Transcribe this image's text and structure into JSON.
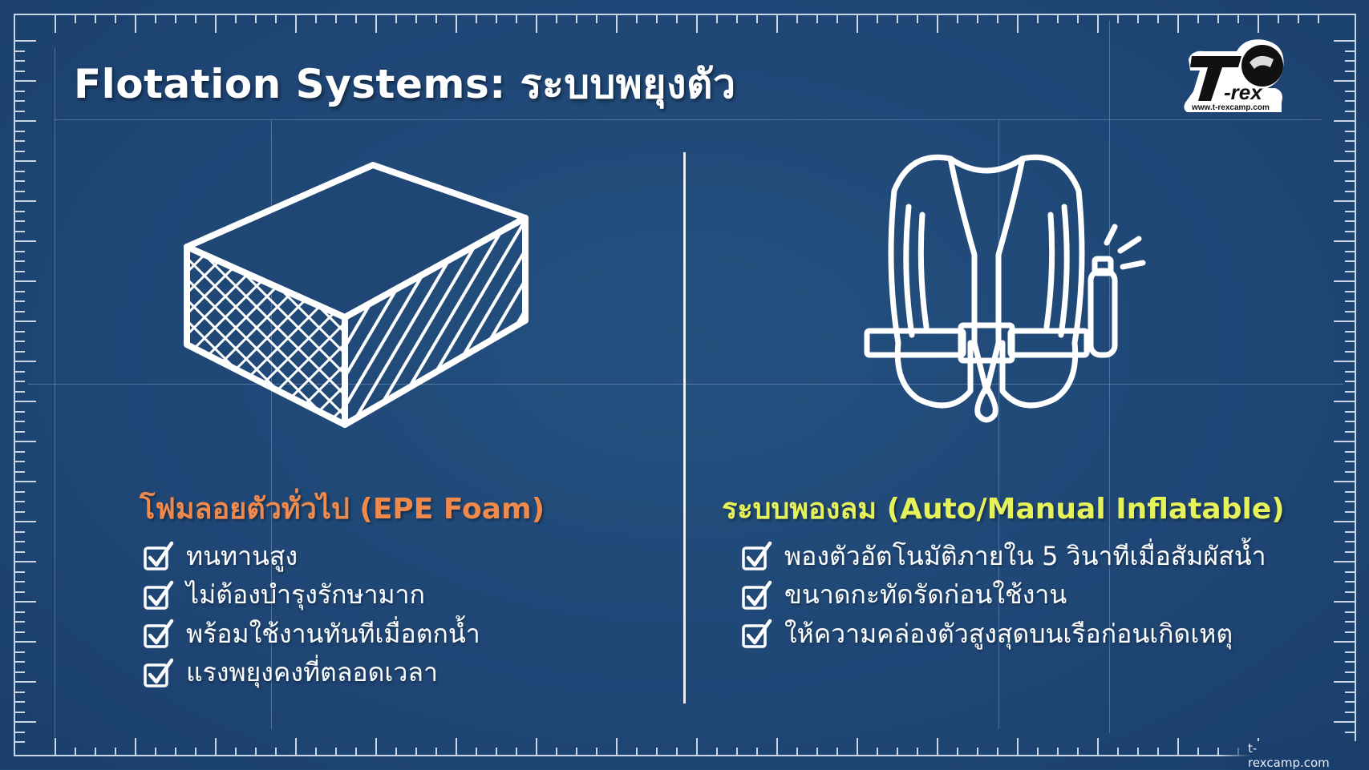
{
  "title": "Flotation Systems: ระบบพยุงตัว",
  "logo": {
    "brand": "T-rex",
    "url": "www.t-rexcamp.com"
  },
  "left": {
    "heading": "โฟมลอยตัวทั่วไป (EPE Foam)",
    "icon": "foam-block-icon",
    "color": "#ef8a4c",
    "items": [
      "ทนทานสูง",
      "ไม่ต้องบำรุงรักษามาก",
      "พร้อมใช้งานทันทีเมื่อตกน้ำ",
      "แรงพยุงคงที่ตลอดเวลา"
    ]
  },
  "right": {
    "heading": "ระบบพองลม (Auto/Manual Inflatable)",
    "icon": "inflatable-vest-icon",
    "color": "#e6f25a",
    "items": [
      "พองตัวอัตโนมัติภายใน 5 วินาทีเมื่อสัมผัสน้ำ",
      "ขนาดกะทัดรัดก่อนใช้งาน",
      "ให้ความคล่องตัวสูงสุดบนเรือก่อนเกิดเหตุ"
    ]
  },
  "footer": "t-rexcamp.com"
}
